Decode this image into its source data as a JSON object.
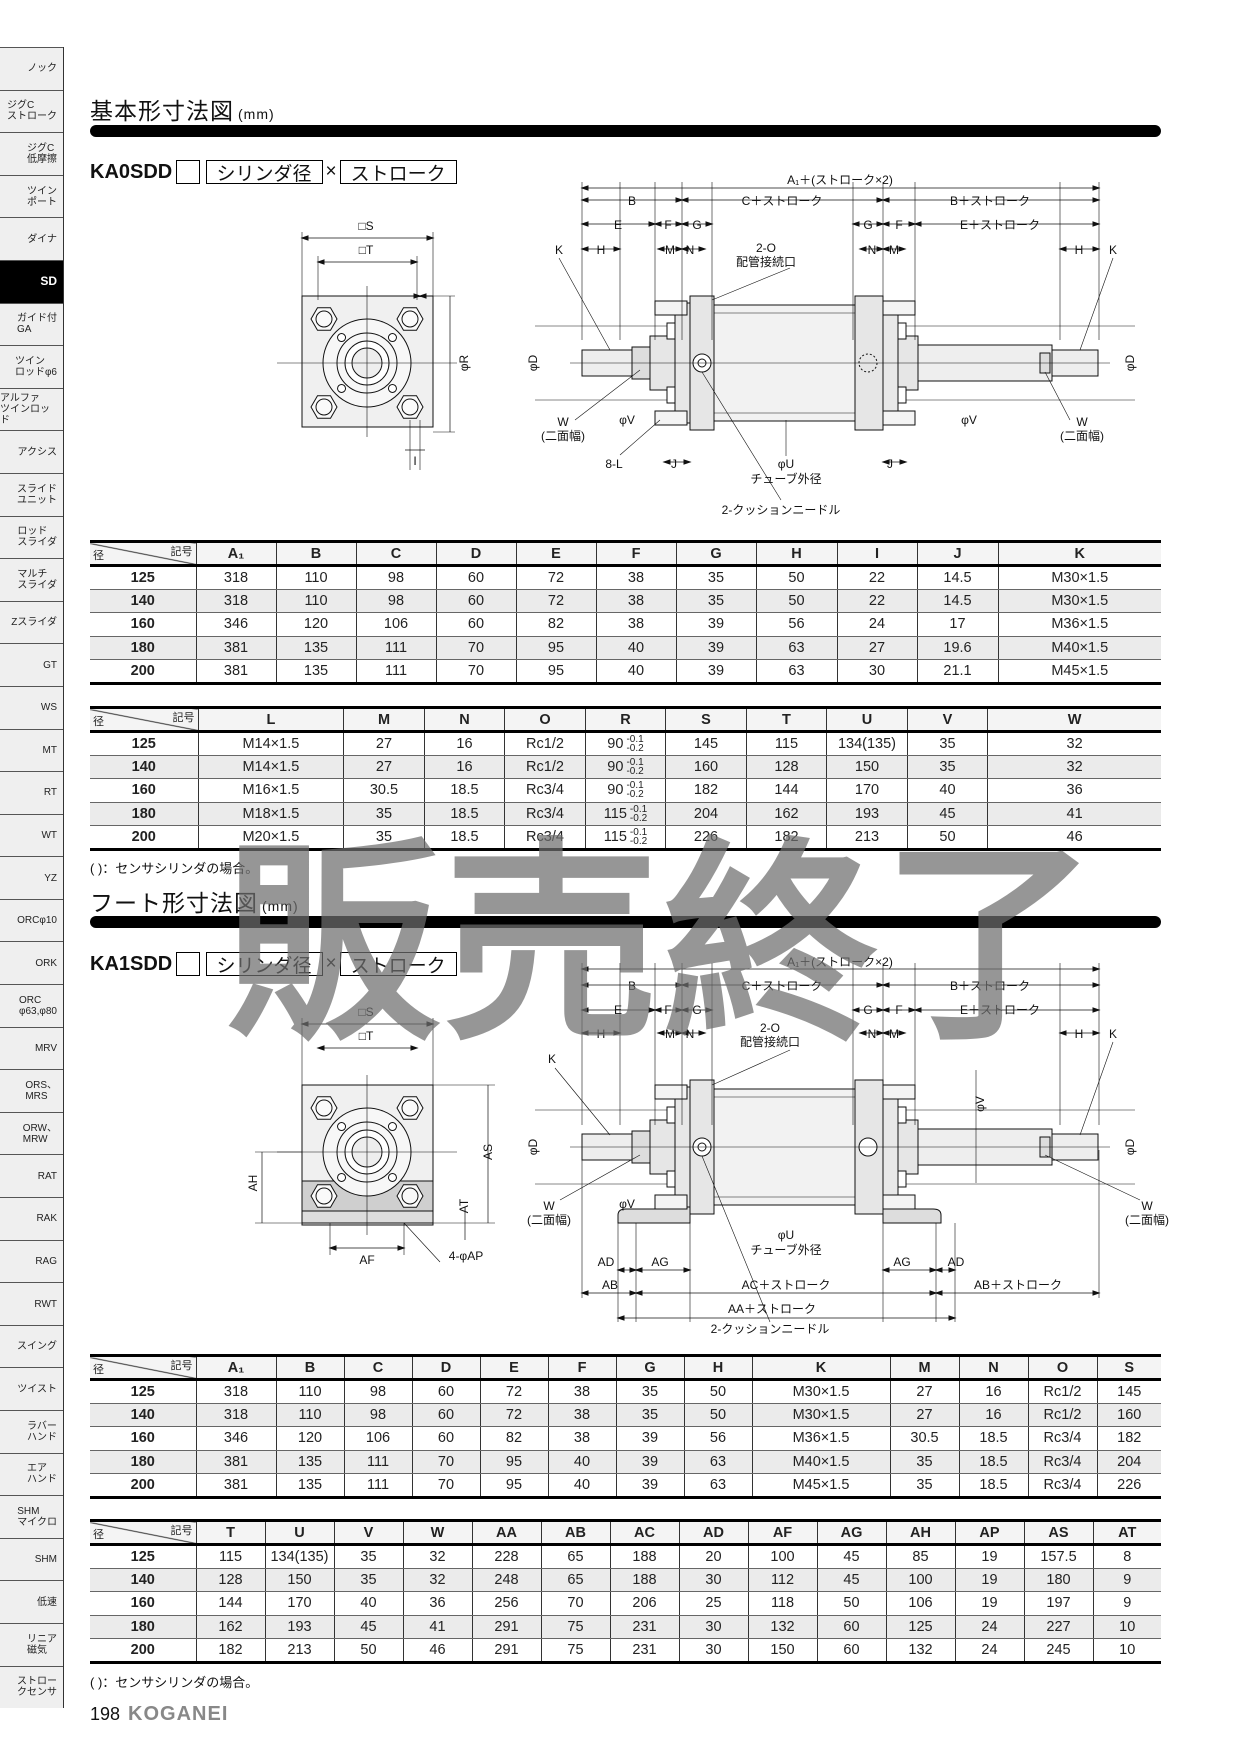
{
  "sidebar": {
    "items": [
      "ノック",
      "ジグC\nストローク",
      "ジグC\n低摩擦",
      "ツイン\nポート",
      "ダイナ",
      "SD",
      "ガイド付\nGA",
      "ツイン\nロッドφ6",
      "アルファ\nツインロッド",
      "アクシス",
      "スライド\nユニット",
      "ロッド\nスライダ",
      "マルチ\nスライダ",
      "Zスライダ",
      "GT",
      "WS",
      "MT",
      "RT",
      "WT",
      "YZ",
      "ORCφ10",
      "ORK",
      "ORC\nφ63,φ80",
      "MRV",
      "ORS、\nMRS",
      "ORW、\nMRW",
      "RAT",
      "RAK",
      "RAG",
      "RWT",
      "スイング",
      "ツイスト",
      "ラバー\nハンド",
      "エア\nハンド",
      "SHM\nマイクロ",
      "SHM",
      "低速",
      "リニア\n磁気",
      "ストロー\nクセンサ"
    ],
    "active": "SD"
  },
  "section1": {
    "title": "基本形寸法図",
    "unit": "(mm)",
    "model": "KA0SDD",
    "box2": "シリンダ径",
    "times": "×",
    "box3": "ストローク"
  },
  "section2": {
    "title": "フート形寸法図",
    "unit": "(mm)",
    "model": "KA1SDD",
    "box2": "シリンダ径",
    "times": "×",
    "box3": "ストローク"
  },
  "corner": {
    "bore": "径",
    "symbol": "記号"
  },
  "labels": {
    "S": "□S",
    "T": "□T",
    "R": "φR",
    "I": "I",
    "A1": "A₁＋(ストローク×2)",
    "B": "B",
    "C": "C＋ストローク",
    "Bs": "B＋ストローク",
    "E": "E",
    "F": "F",
    "G": "G",
    "Es": "E＋ストローク",
    "H": "H",
    "M": "M",
    "N": "N",
    "K": "K",
    "O": "2-O",
    "port": "配管接続口",
    "D": "φD",
    "W": "W",
    "flats": "(二面幅)",
    "V": "φV",
    "L": "8-L",
    "J": "J",
    "U": "φU",
    "tube": "チューブ外径",
    "needle": "2-クッションニードル",
    "AS": "AS",
    "AH": "AH",
    "AT": "AT",
    "AF": "AF",
    "AP": "4-φAP",
    "AD": "AD",
    "AG": "AG",
    "AB": "AB",
    "ACs": "AC＋ストローク",
    "ABs": "AB＋ストローク",
    "AAs": "AA＋ストローク"
  },
  "table1": {
    "headers": [
      "A₁",
      "B",
      "C",
      "D",
      "E",
      "F",
      "G",
      "H",
      "I",
      "J",
      "K"
    ],
    "rows": [
      [
        "125",
        "318",
        "110",
        "98",
        "60",
        "72",
        "38",
        "35",
        "50",
        "22",
        "14.5",
        "M30×1.5"
      ],
      [
        "140",
        "318",
        "110",
        "98",
        "60",
        "72",
        "38",
        "35",
        "50",
        "22",
        "14.5",
        "M30×1.5"
      ],
      [
        "160",
        "346",
        "120",
        "106",
        "60",
        "82",
        "38",
        "39",
        "56",
        "24",
        "17",
        "M36×1.5"
      ],
      [
        "180",
        "381",
        "135",
        "111",
        "70",
        "95",
        "40",
        "39",
        "63",
        "27",
        "19.6",
        "M40×1.5"
      ],
      [
        "200",
        "381",
        "135",
        "111",
        "70",
        "95",
        "40",
        "39",
        "63",
        "30",
        "21.1",
        "M45×1.5"
      ]
    ]
  },
  "table2": {
    "headers": [
      "L",
      "M",
      "N",
      "O",
      "R",
      "S",
      "T",
      "U",
      "V",
      "W"
    ],
    "rows": [
      [
        "125",
        "M14×1.5",
        "27",
        "16",
        "Rc1/2",
        {
          "base": "90",
          "upper": "-0.1",
          "lower": "-0.2"
        },
        "145",
        "115",
        "134(135)",
        "35",
        "32"
      ],
      [
        "140",
        "M14×1.5",
        "27",
        "16",
        "Rc1/2",
        {
          "base": "90",
          "upper": "-0.1",
          "lower": "-0.2"
        },
        "160",
        "128",
        "150",
        "35",
        "32"
      ],
      [
        "160",
        "M16×1.5",
        "30.5",
        "18.5",
        "Rc3/4",
        {
          "base": "90",
          "upper": "-0.1",
          "lower": "-0.2"
        },
        "182",
        "144",
        "170",
        "40",
        "36"
      ],
      [
        "180",
        "M18×1.5",
        "35",
        "18.5",
        "Rc3/4",
        {
          "base": "115",
          "upper": "-0.1",
          "lower": "-0.2"
        },
        "204",
        "162",
        "193",
        "45",
        "41"
      ],
      [
        "200",
        "M20×1.5",
        "35",
        "18.5",
        "Rc3/4",
        {
          "base": "115",
          "upper": "-0.1",
          "lower": "-0.2"
        },
        "226",
        "182",
        "213",
        "50",
        "46"
      ]
    ]
  },
  "note1": "(  )：センサシリンダの場合。",
  "table3": {
    "headers": [
      "A₁",
      "B",
      "C",
      "D",
      "E",
      "F",
      "G",
      "H",
      "K",
      "M",
      "N",
      "O",
      "S"
    ],
    "rows": [
      [
        "125",
        "318",
        "110",
        "98",
        "60",
        "72",
        "38",
        "35",
        "50",
        "M30×1.5",
        "27",
        "16",
        "Rc1/2",
        "145"
      ],
      [
        "140",
        "318",
        "110",
        "98",
        "60",
        "72",
        "38",
        "35",
        "50",
        "M30×1.5",
        "27",
        "16",
        "Rc1/2",
        "160"
      ],
      [
        "160",
        "346",
        "120",
        "106",
        "60",
        "82",
        "38",
        "39",
        "56",
        "M36×1.5",
        "30.5",
        "18.5",
        "Rc3/4",
        "182"
      ],
      [
        "180",
        "381",
        "135",
        "111",
        "70",
        "95",
        "40",
        "39",
        "63",
        "M40×1.5",
        "35",
        "18.5",
        "Rc3/4",
        "204"
      ],
      [
        "200",
        "381",
        "135",
        "111",
        "70",
        "95",
        "40",
        "39",
        "63",
        "M45×1.5",
        "35",
        "18.5",
        "Rc3/4",
        "226"
      ]
    ]
  },
  "table4": {
    "headers": [
      "T",
      "U",
      "V",
      "W",
      "AA",
      "AB",
      "AC",
      "AD",
      "AF",
      "AG",
      "AH",
      "AP",
      "AS",
      "AT"
    ],
    "rows": [
      [
        "125",
        "115",
        "134(135)",
        "35",
        "32",
        "228",
        "65",
        "188",
        "20",
        "100",
        "45",
        "85",
        "19",
        "157.5",
        "8"
      ],
      [
        "140",
        "128",
        "150",
        "35",
        "32",
        "248",
        "65",
        "188",
        "30",
        "112",
        "45",
        "100",
        "19",
        "180",
        "9"
      ],
      [
        "160",
        "144",
        "170",
        "40",
        "36",
        "256",
        "70",
        "206",
        "25",
        "118",
        "50",
        "106",
        "19",
        "197",
        "9"
      ],
      [
        "180",
        "162",
        "193",
        "45",
        "41",
        "291",
        "75",
        "231",
        "30",
        "132",
        "60",
        "125",
        "24",
        "227",
        "10"
      ],
      [
        "200",
        "182",
        "213",
        "50",
        "46",
        "291",
        "75",
        "231",
        "30",
        "150",
        "60",
        "132",
        "24",
        "245",
        "10"
      ]
    ]
  },
  "note2": "(  )：センサシリンダの場合。",
  "watermark": "販売終了",
  "footer": {
    "page": "198",
    "brand": "KOGANEI"
  }
}
